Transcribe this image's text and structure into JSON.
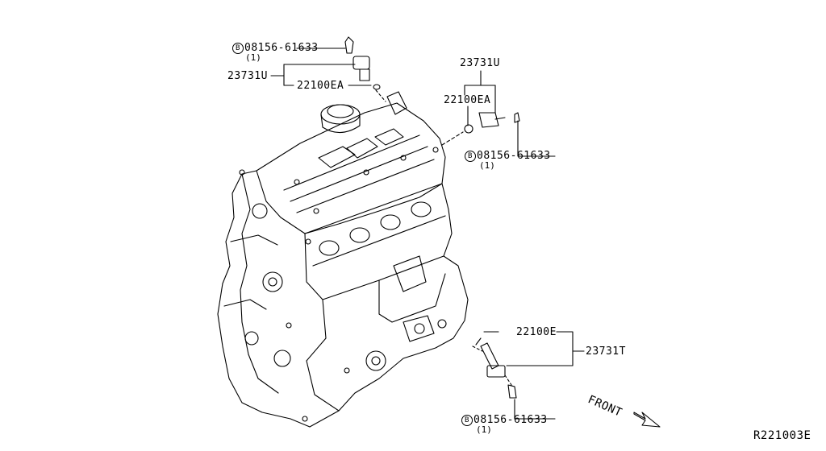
{
  "parts": {
    "sensor_intake_top": "23731U",
    "oring_intake_top": "22100EA",
    "bolt_top": {
      "mark": "B",
      "number": "08156-61633",
      "qty": "(1)"
    },
    "sensor_exhaust": "23731U",
    "oring_exhaust": "22100EA",
    "bolt_exhaust": {
      "mark": "B",
      "number": "08156-61633",
      "qty": "(1)"
    },
    "crank_sensor": "23731T",
    "crank_oring": "22100E",
    "bolt_crank": {
      "mark": "B",
      "number": "08156-61633",
      "qty": "(1)"
    }
  },
  "direction_label": "FRONT",
  "figure_code": "R221003E"
}
